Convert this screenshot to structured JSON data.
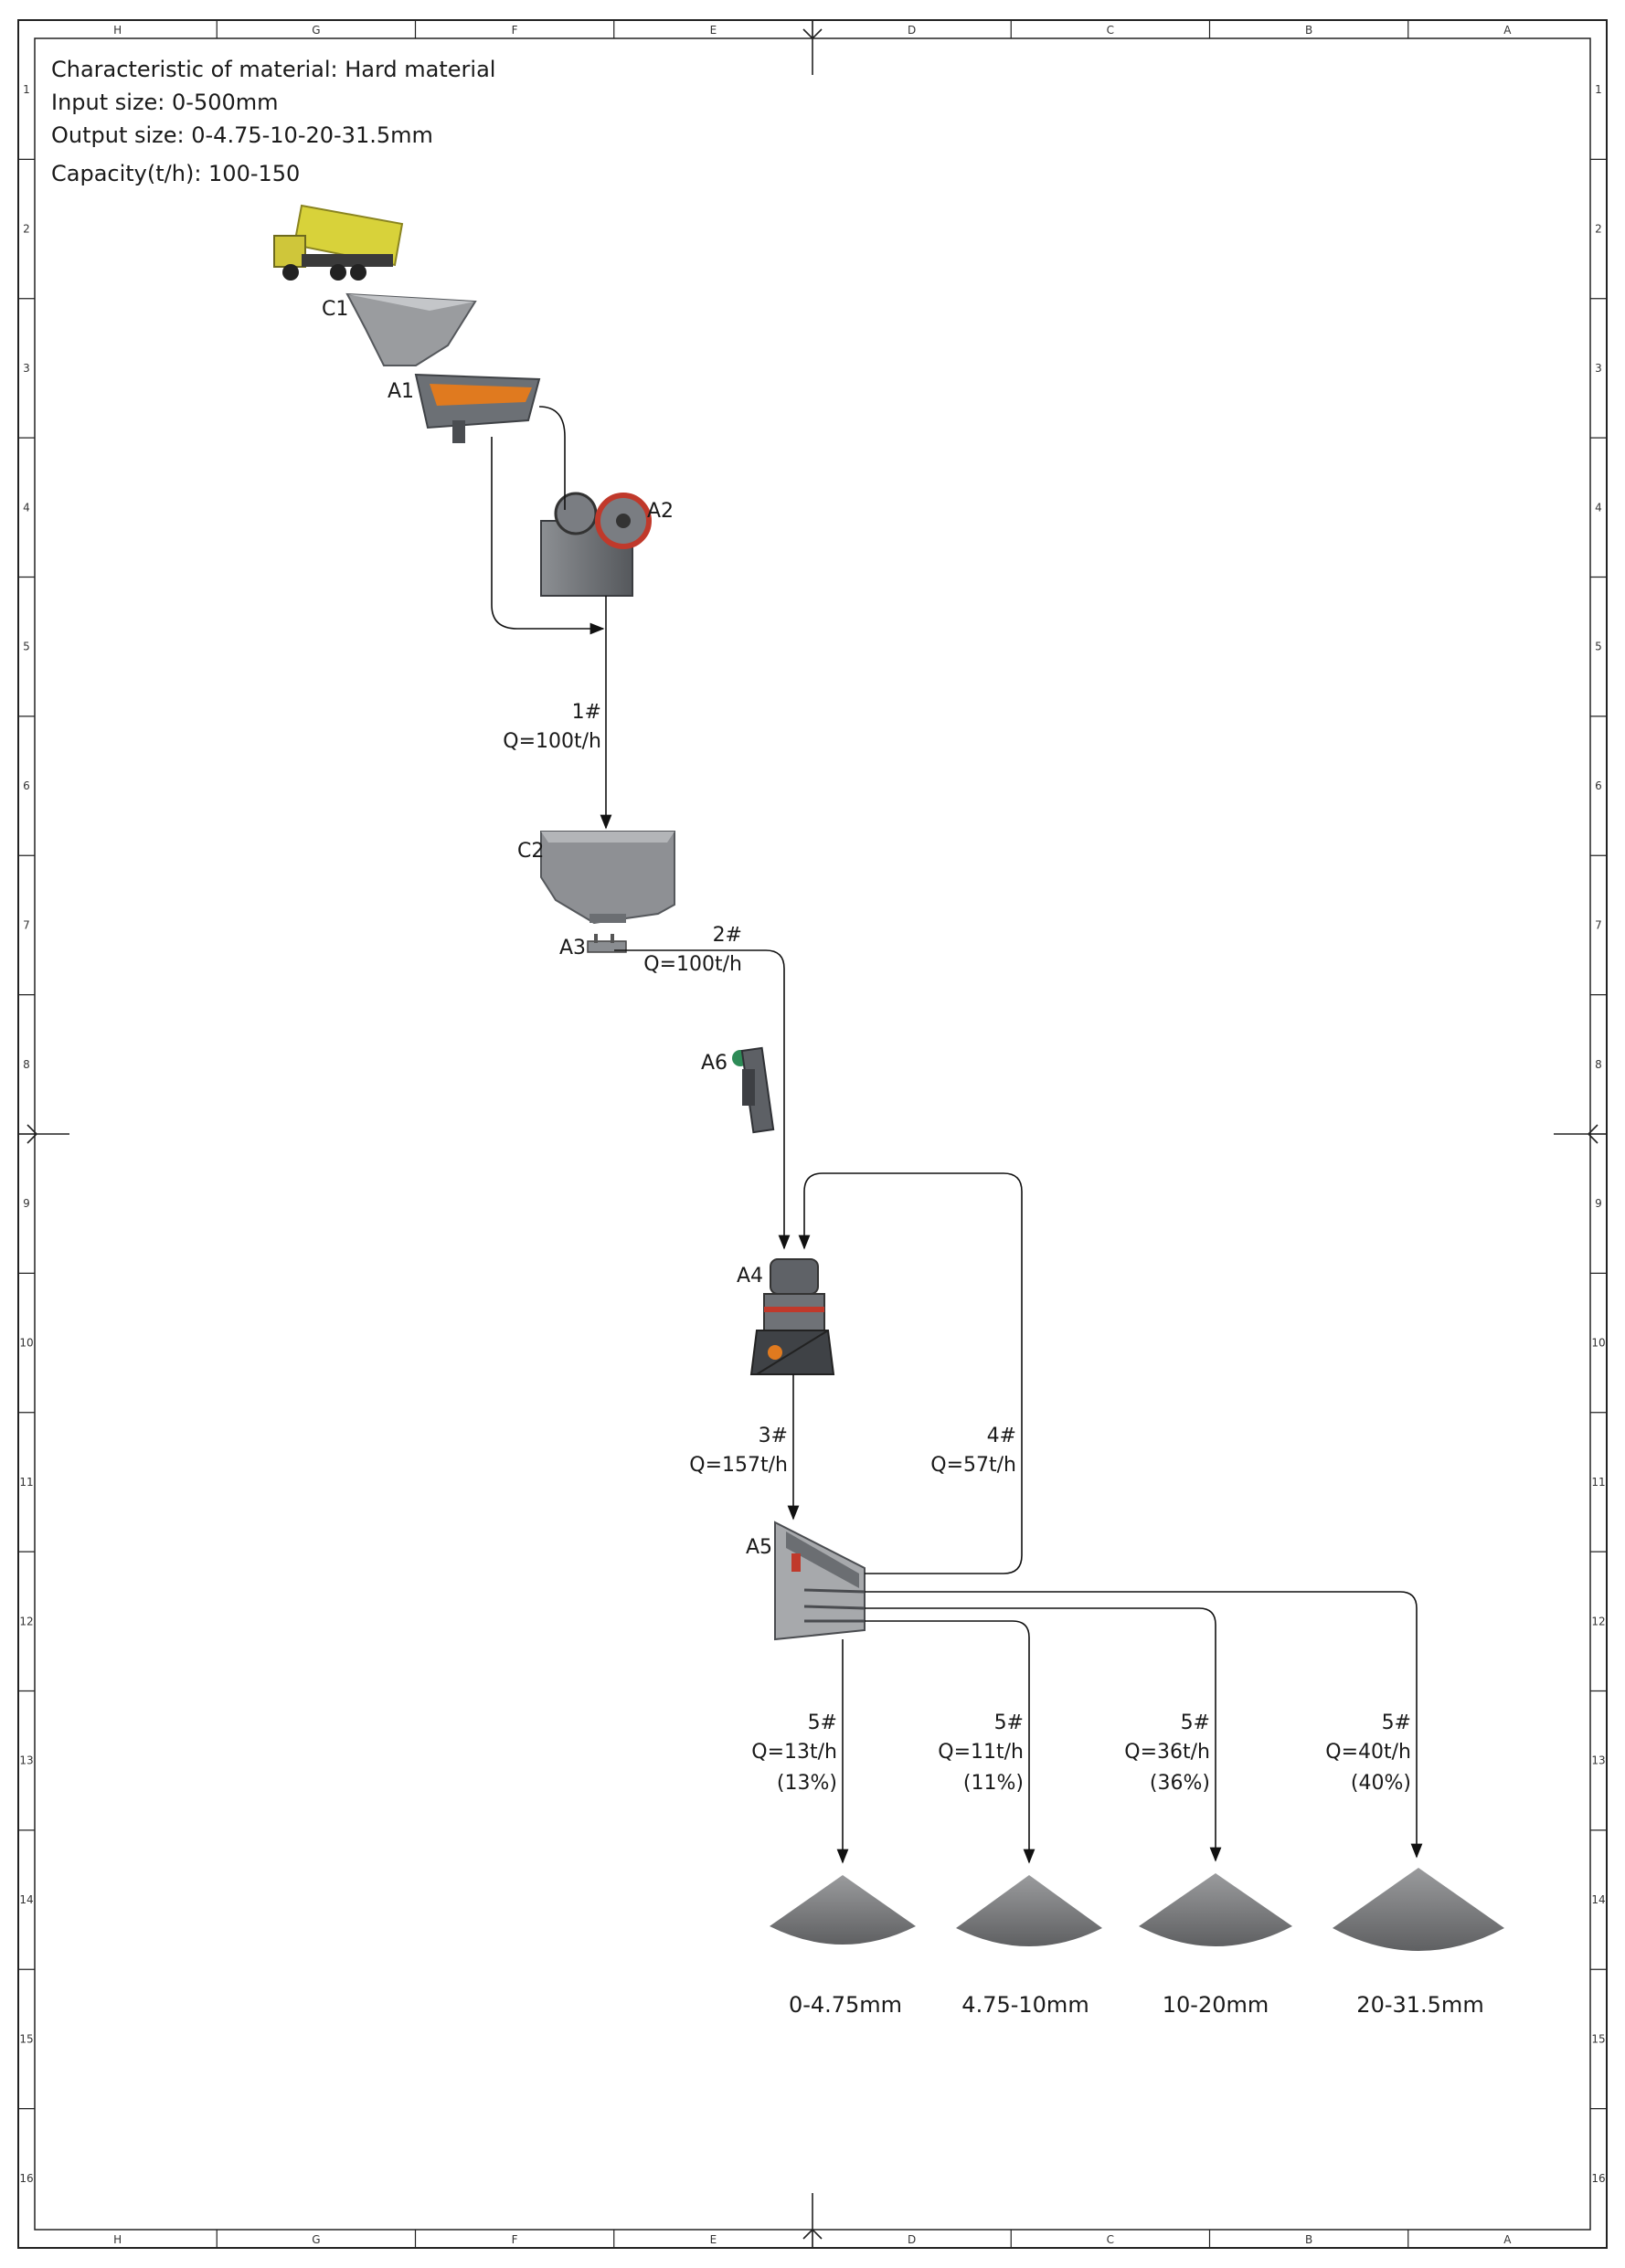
{
  "header": {
    "material": "Characteristic of material: Hard material",
    "input_size": "Input size: 0-500mm",
    "output_size": "Output size: 0-4.75-10-20-31.5mm",
    "capacity": "Capacity(t/h): 100-150"
  },
  "frame": {
    "columns": [
      "H",
      "G",
      "F",
      "E",
      "D",
      "C",
      "B",
      "A"
    ],
    "rows": [
      "1",
      "2",
      "3",
      "4",
      "5",
      "6",
      "7",
      "8",
      "9",
      "10",
      "11",
      "12",
      "13",
      "14",
      "15",
      "16"
    ]
  },
  "equipment": {
    "c1": "C1",
    "a1": "A1",
    "a2": "A2",
    "c2": "C2",
    "a3": "A3",
    "a6": "A6",
    "a4": "A4",
    "a5": "A5"
  },
  "flows": {
    "f1": {
      "id": "1#",
      "q": "Q=100t/h"
    },
    "f2": {
      "id": "2#",
      "q": "Q=100t/h"
    },
    "f3": {
      "id": "3#",
      "q": "Q=157t/h"
    },
    "f4": {
      "id": "4#",
      "q": "Q=57t/h"
    },
    "p1": {
      "id": "5#",
      "q": "Q=13t/h",
      "pct": "(13%)"
    },
    "p2": {
      "id": "5#",
      "q": "Q=11t/h",
      "pct": "(11%)"
    },
    "p3": {
      "id": "5#",
      "q": "Q=36t/h",
      "pct": "(36%)"
    },
    "p4": {
      "id": "5#",
      "q": "Q=40t/h",
      "pct": "(40%)"
    }
  },
  "products": [
    "0-4.75mm",
    "4.75-10mm",
    "10-20mm",
    "20-31.5mm"
  ],
  "colors": {
    "truck": "#d8d23a",
    "steel": "#6b6e72",
    "accent_orange": "#e07a1f",
    "accent_red": "#c0392b",
    "pile": "#7d7e80"
  }
}
